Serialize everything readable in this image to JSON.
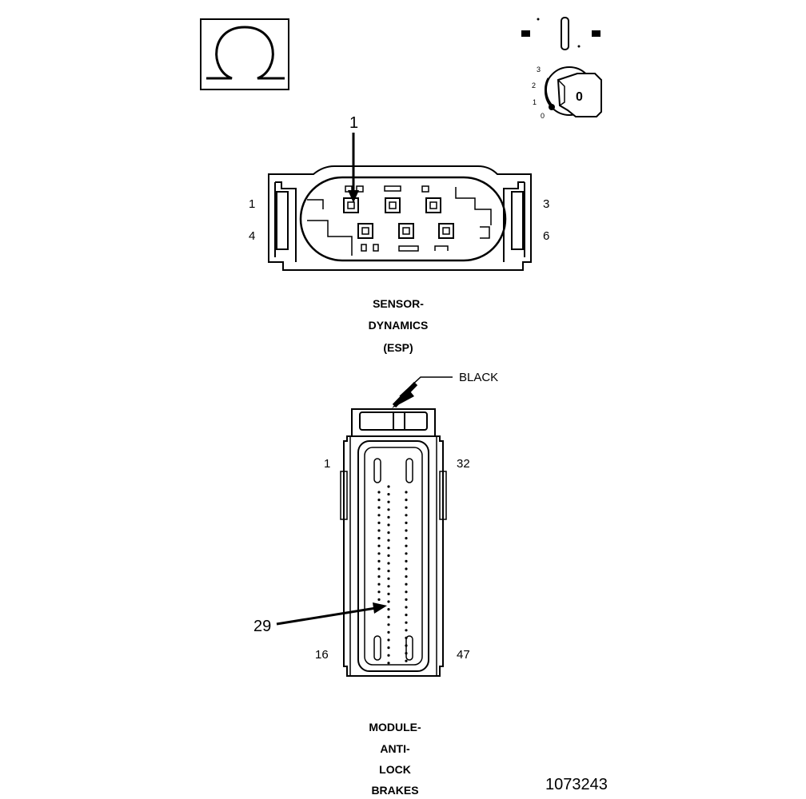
{
  "esp": {
    "callout": "1",
    "pin_tl": "1",
    "pin_tr": "3",
    "pin_bl": "4",
    "pin_br": "6",
    "name_lines": [
      "SENSOR-",
      "DYNAMICS",
      "(ESP)"
    ]
  },
  "abs": {
    "color_label": "BLACK",
    "pin_tl": "1",
    "pin_tr": "32",
    "pin_bl": "16",
    "pin_br": "47",
    "callout": "29",
    "name_lines": [
      "MODULE-",
      "ANTI-",
      "LOCK",
      "BRAKES"
    ]
  },
  "ignition": {
    "positions": [
      "0",
      "1",
      "2",
      "3"
    ],
    "key_glyph": "0"
  },
  "symbols": {
    "resistance": "ohm-symbol-icon",
    "ignition": "ignition-switch-icon"
  },
  "figure_number": "1073243"
}
